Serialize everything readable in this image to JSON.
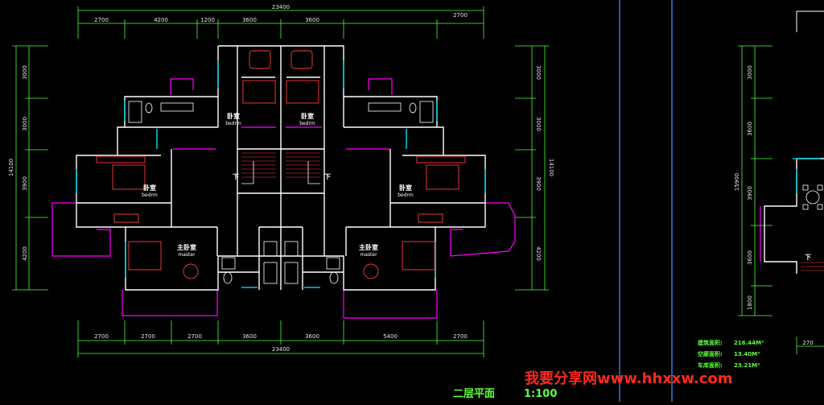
{
  "plan": {
    "title": "二层平面",
    "scale": "1:100",
    "colors": {
      "background": "#000000",
      "dimension": "#4cff3a",
      "wall": "#ffffff",
      "partition": "#ff00ff",
      "window": "#00c8d8",
      "fixture": "#ff3b3b",
      "border": "#2a7bd8"
    }
  },
  "dims_top": {
    "total": "23400",
    "segments": [
      "2700",
      "4200",
      "1200",
      "3600",
      "3600",
      "2700"
    ]
  },
  "dims_bottom": {
    "total": "23400",
    "segments": [
      "2700",
      "2700",
      "2700",
      "3600",
      "3600",
      "5400",
      "2700"
    ]
  },
  "dims_left": {
    "total": "14100",
    "segments": [
      "3000",
      "3000",
      "3900",
      "4200"
    ]
  },
  "dims_right": {
    "total": "14100",
    "segments": [
      "3000",
      "3000",
      "3900",
      "4200"
    ]
  },
  "dims_side": {
    "total": "15900",
    "segments": [
      "3000",
      "3600",
      "3900",
      "3600",
      "1800"
    ],
    "bottom_partial": "270"
  },
  "rooms": {
    "bedroom_top_left": {
      "cn": "卧室",
      "en": "bedrm"
    },
    "bedroom_top_right": {
      "cn": "卧室",
      "en": "bedrm"
    },
    "bedroom_mid_left": {
      "cn": "卧室",
      "en": "bedrm"
    },
    "bedroom_mid_right": {
      "cn": "卧室",
      "en": "bedrm"
    },
    "master_left": {
      "cn": "主卧室",
      "en": "master"
    },
    "master_right": {
      "cn": "主卧室",
      "en": "master"
    },
    "stair_left": "下",
    "stair_right": "下",
    "stair_side": "下"
  },
  "areas": [
    {
      "label": "建筑面积:",
      "value": "216.44M²"
    },
    {
      "label": "空廊面积:",
      "value": "13.40M²"
    },
    {
      "label": "车库面积:",
      "value": "23.21M²"
    }
  ],
  "watermark": "我要分享网www.hhxxw.com"
}
